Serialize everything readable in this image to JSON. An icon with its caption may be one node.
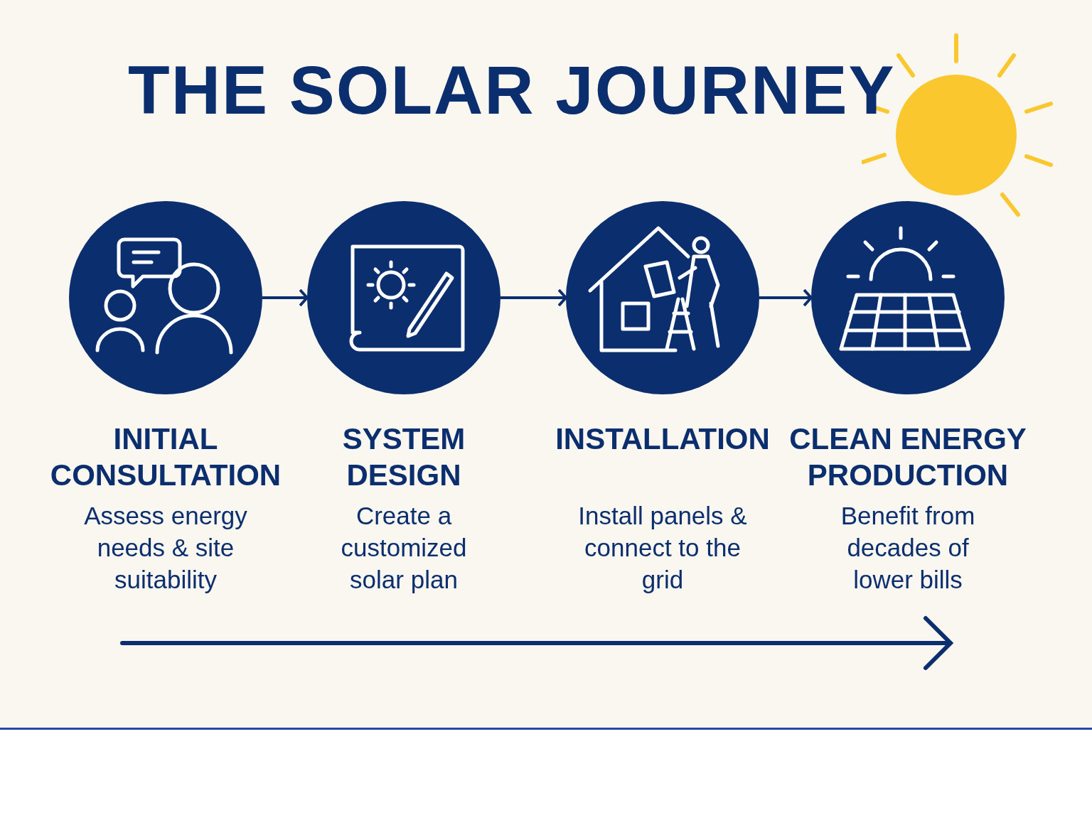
{
  "diagram": {
    "title": "THE SOLAR JOURNEY",
    "nodes": [
      {
        "text": [
          "INITIAL CONSULTATION",
          "Assess energy needs & site suitability"
        ]
      },
      {
        "text": [
          "SYSTEM DESIGN",
          "Create a customized solar plan"
        ]
      },
      {
        "text": [
          "INSTALLATION",
          "Install panels & connect to the grid"
        ]
      },
      {
        "text": [
          "CLEAN ENERGY PRODUCTION",
          "Benefit from decades of lower bills"
        ]
      }
    ],
    "edges": [
      {
        "from": 0,
        "to": 1,
        "arrow": "to"
      },
      {
        "from": 1,
        "to": 2,
        "arrow": "to"
      },
      {
        "from": 2,
        "to": 3,
        "arrow": "to"
      }
    ]
  }
}
